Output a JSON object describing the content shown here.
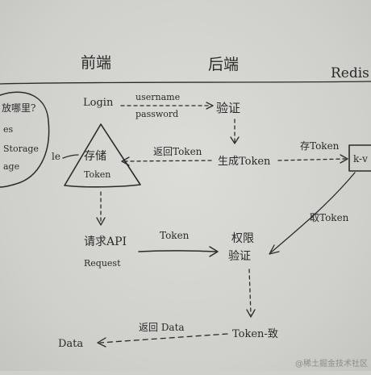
{
  "columns": {
    "frontend": "前端",
    "backend": "后端",
    "redis": "Redis"
  },
  "cloud": {
    "question": "放哪里?",
    "line2": "es",
    "line3": "Storage",
    "line4": "age"
  },
  "nodes": {
    "login": "Login",
    "store_token_top": "存储",
    "store_token_bottom": "Token",
    "verify": "验证",
    "generate_token": "生成Token",
    "kv": "k-v",
    "request_top": "请求API",
    "request_bottom": "Request",
    "auth_top": "权限",
    "auth_bottom": "验证",
    "token_match": "Token-致",
    "data": "Data"
  },
  "edges": {
    "username": "username",
    "password": "password",
    "return_token": "返回Token",
    "save_token": "存Token",
    "fetch_token": "取Token",
    "token": "Token",
    "return_data": "返回 Data",
    "le": "le"
  },
  "watermark": "@稀土掘金技术社区"
}
